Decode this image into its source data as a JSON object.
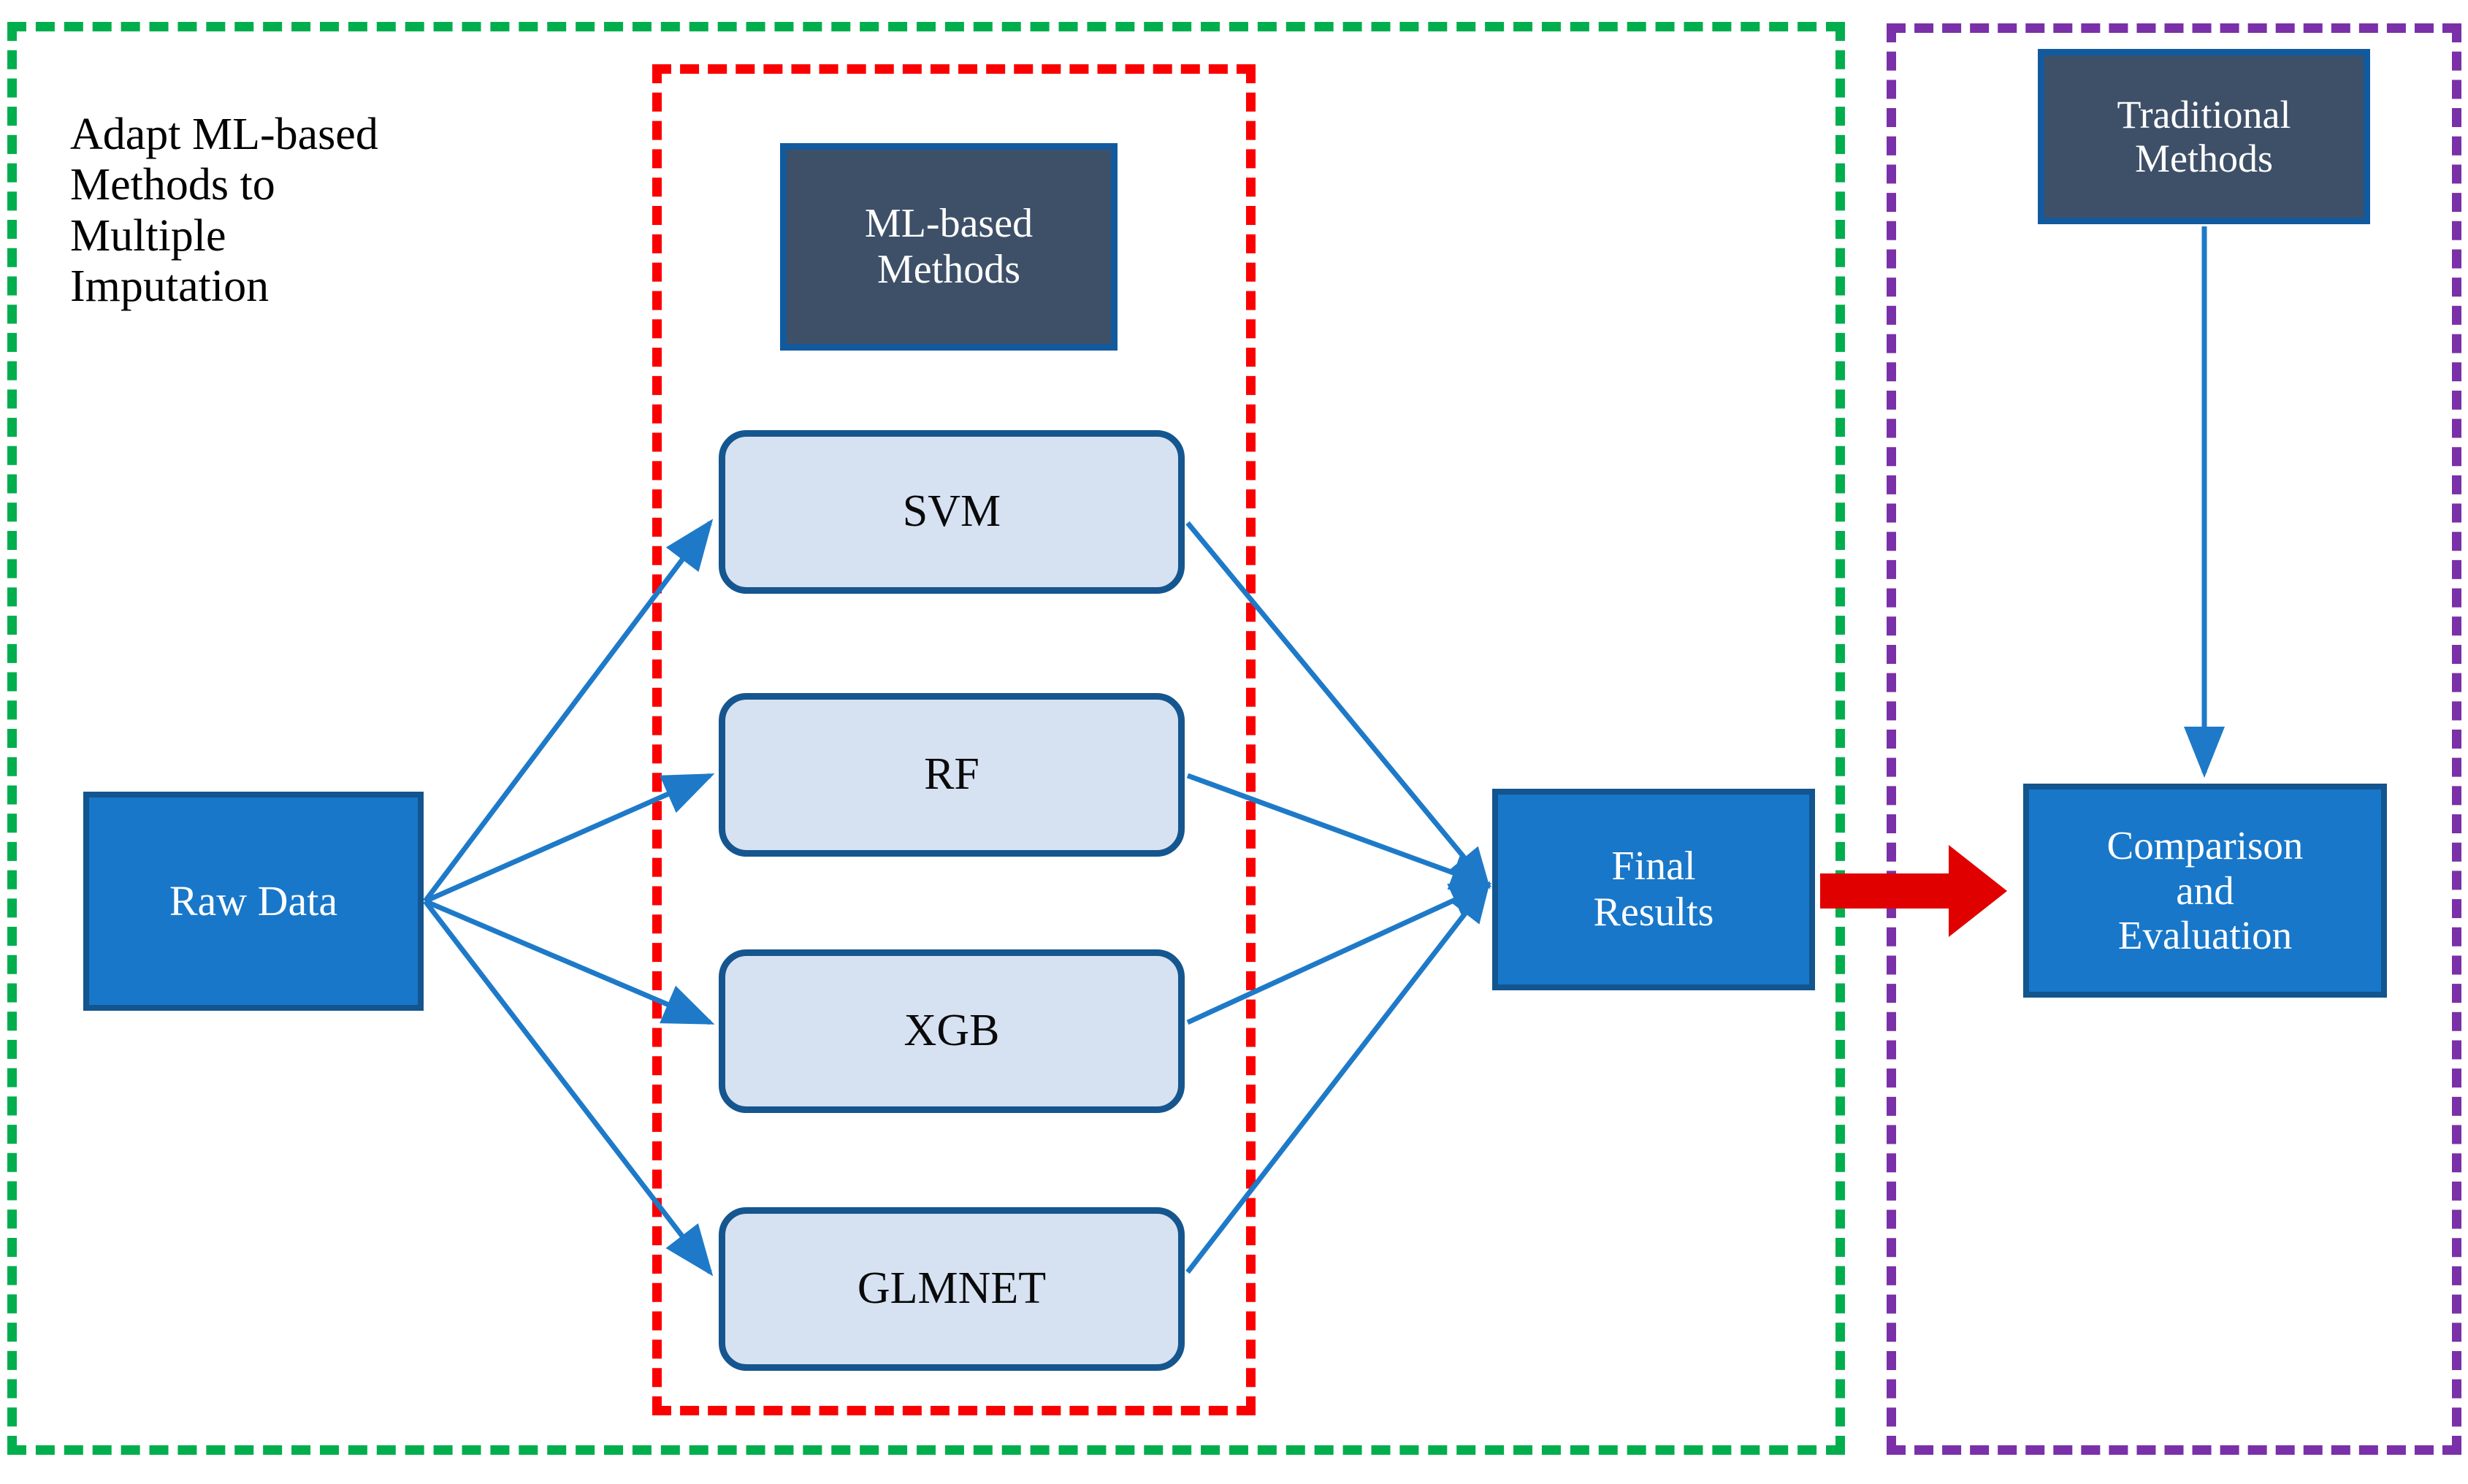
{
  "diagram": {
    "headline": "Adapt ML-based\nMethods to\nMultiple\nImputation",
    "regions": {
      "ml_pipeline": {
        "name": "green-dashed-region",
        "color": "#00AE4D",
        "style": "dashed"
      },
      "ml_models": {
        "name": "red-dashed-region",
        "color": "#FA0000",
        "style": "dashed"
      },
      "traditional": {
        "name": "purple-dashed-region",
        "color": "#7A30A8",
        "style": "dashed"
      }
    },
    "nodes": {
      "ml_methods": "ML-based\nMethods",
      "svm": "SVM",
      "rf": "RF",
      "xgb": "XGB",
      "glmnet": "GLMNET",
      "raw_data": "Raw Data",
      "final_results": "Final\nResults",
      "traditional_methods": "Traditional\nMethods",
      "comparison": "Comparison\nand\nEvaluation"
    },
    "colors": {
      "dark_header_fill": "#3E5068",
      "dark_header_border": "#125A9E",
      "solid_blue_fill": "#1877C9",
      "solid_blue_border": "#13558E",
      "rounded_fill": "#D6E2F2",
      "rounded_border": "#15568F",
      "connector_blue": "#1E7AC8",
      "emphasis_arrow_red": "#E00000",
      "green_dash": "#00AE4D",
      "red_dash": "#FA0000",
      "purple_dash": "#7A30A8"
    },
    "connectors": [
      {
        "from": "raw_data",
        "to": "svm",
        "color": "#1E7AC8",
        "arrow": "single"
      },
      {
        "from": "raw_data",
        "to": "rf",
        "color": "#1E7AC8",
        "arrow": "single"
      },
      {
        "from": "raw_data",
        "to": "xgb",
        "color": "#1E7AC8",
        "arrow": "single"
      },
      {
        "from": "raw_data",
        "to": "glmnet",
        "color": "#1E7AC8",
        "arrow": "single"
      },
      {
        "from": "svm",
        "to": "final_results",
        "color": "#1E7AC8",
        "arrow": "single"
      },
      {
        "from": "rf",
        "to": "final_results",
        "color": "#1E7AC8",
        "arrow": "single"
      },
      {
        "from": "xgb",
        "to": "final_results",
        "color": "#1E7AC8",
        "arrow": "single"
      },
      {
        "from": "glmnet",
        "to": "final_results",
        "color": "#1E7AC8",
        "arrow": "single"
      },
      {
        "from": "final_results",
        "to": "comparison",
        "color": "#E00000",
        "arrow": "thick-block"
      },
      {
        "from": "traditional_methods",
        "to": "comparison",
        "color": "#1E7AC8",
        "arrow": "single"
      }
    ]
  }
}
